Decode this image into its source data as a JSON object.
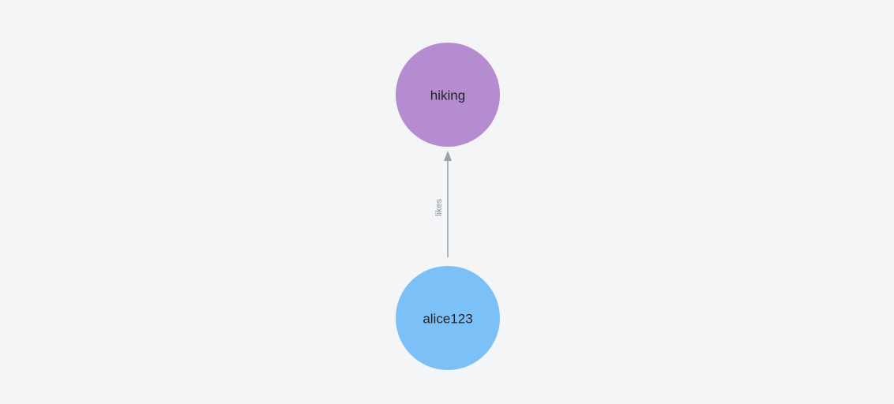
{
  "diagram": {
    "type": "graph",
    "background": "#f4f5f6",
    "nodes": [
      {
        "id": "hiking",
        "label": "hiking",
        "color": "#b48ccf"
      },
      {
        "id": "alice123",
        "label": "alice123",
        "color": "#7cc0f8"
      }
    ],
    "edges": [
      {
        "label": "likes",
        "from": "alice123",
        "to": "hiking",
        "color": "#9aa0a6",
        "label_color": "#8c9196"
      }
    ]
  }
}
